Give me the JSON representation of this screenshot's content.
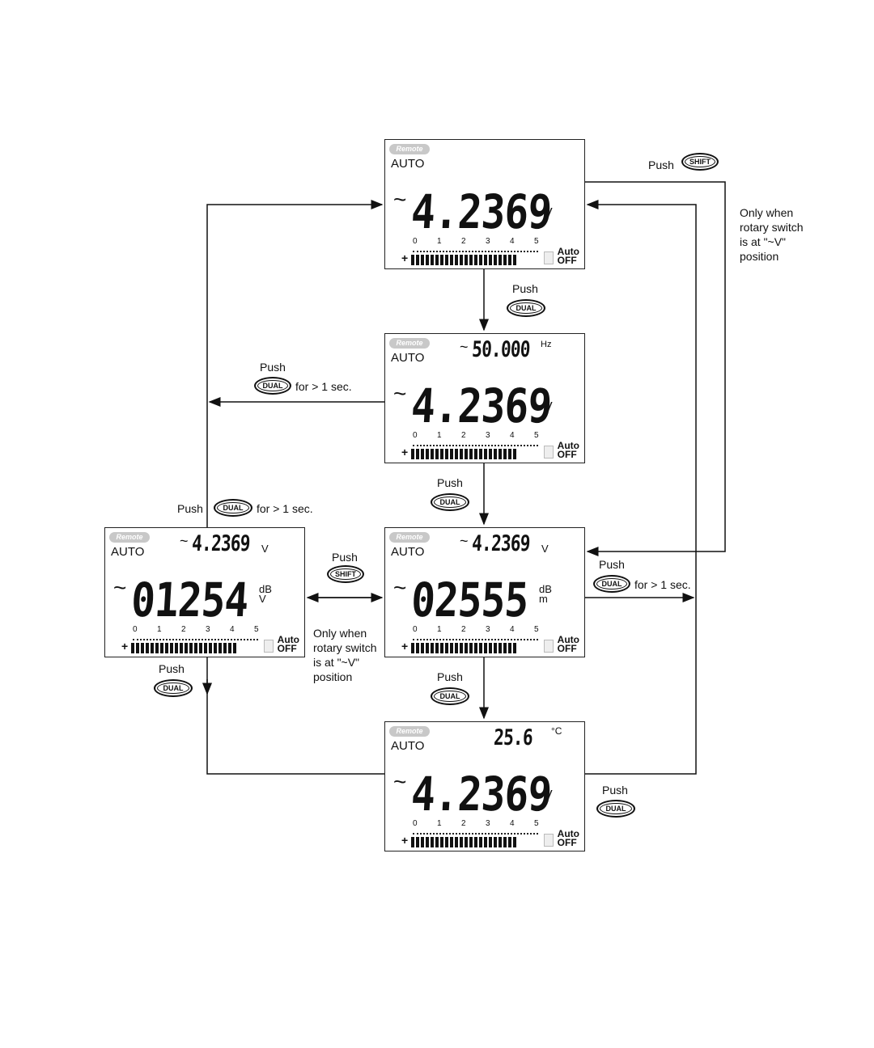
{
  "common": {
    "remote": "Remote",
    "auto": "AUTO",
    "tilde": "~",
    "scale": [
      "0",
      "1",
      "2",
      "3",
      "4",
      "5"
    ],
    "plus": "+",
    "auto_off_top": "Auto",
    "auto_off_bottom": "OFF"
  },
  "displays": {
    "top": {
      "main": "4.2369",
      "main_unit": "V"
    },
    "freq": {
      "sub_tilde": "~",
      "sub": "50.000",
      "sub_unit": "Hz",
      "main": "4.2369",
      "main_unit": "V"
    },
    "dbm": {
      "sub_tilde": "~",
      "sub": "4.2369",
      "sub_unit": "V",
      "main": "02555",
      "main_unit_top": "dB",
      "main_unit_bottom": "m"
    },
    "dbv": {
      "sub_tilde": "~",
      "sub": "4.2369",
      "sub_unit": "V",
      "main": "01254",
      "main_unit_top": "dB",
      "main_unit_bottom": "V"
    },
    "temp": {
      "sub": "25.6",
      "sub_unit": "°C",
      "main": "4.2369",
      "main_unit": "V"
    }
  },
  "labels": {
    "push": "Push",
    "for_1sec": "for > 1 sec.",
    "dual": "DUAL",
    "shift": "SHIFT",
    "only_when": [
      "Only when",
      "rotary switch",
      "is at \"~V\"",
      "position"
    ]
  }
}
